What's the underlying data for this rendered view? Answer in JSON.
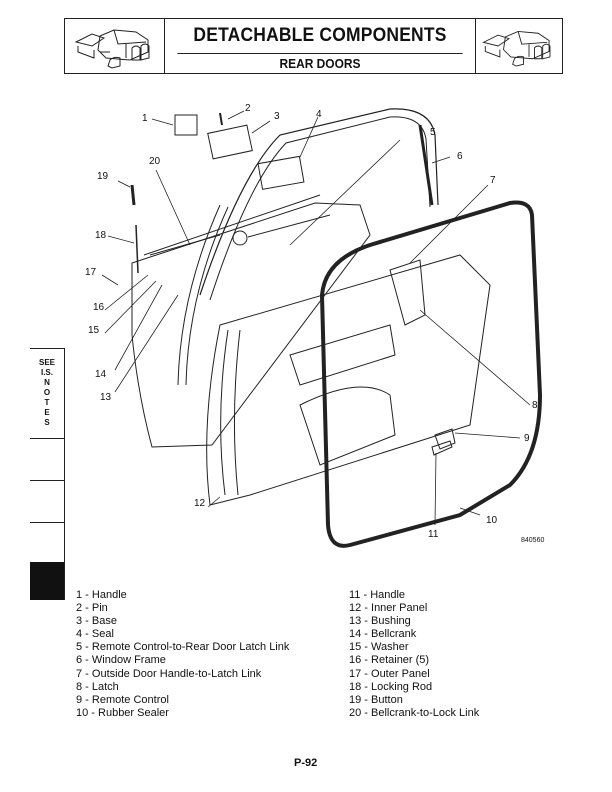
{
  "header": {
    "title": "DETACHABLE COMPONENTS",
    "subtitle": "REAR DOORS",
    "left_icon": "vehicle-exploded-body-icon",
    "right_icon": "vehicle-exploded-body-icon"
  },
  "side_tab": {
    "see_lines": [
      "SEE",
      "I.S.",
      "N",
      "O",
      "T",
      "E",
      "S"
    ]
  },
  "diagram": {
    "figure_number": "840560",
    "callouts": [
      "1",
      "2",
      "3",
      "4",
      "5",
      "6",
      "7",
      "8",
      "9",
      "10",
      "11",
      "12",
      "13",
      "14",
      "15",
      "16",
      "17",
      "18",
      "19",
      "20"
    ]
  },
  "legend": {
    "left": [
      "1 - Handle",
      "2 - Pin",
      "3 - Base",
      "4 - Seal",
      "5 - Remote Control-to-Rear Door Latch Link",
      "6 - Window Frame",
      "7 - Outside Door Handle-to-Latch Link",
      "8 - Latch",
      "9 - Remote Control",
      "10 - Rubber Sealer"
    ],
    "right": [
      "11 - Handle",
      "12 - Inner Panel",
      "13 - Bushing",
      "14 - Bellcrank",
      "15 - Washer",
      "16 - Retainer (5)",
      "17 - Outer Panel",
      "18 - Locking Rod",
      "19 - Button",
      "20 - Bellcrank-to-Lock Link"
    ]
  },
  "page_number": "P-92"
}
